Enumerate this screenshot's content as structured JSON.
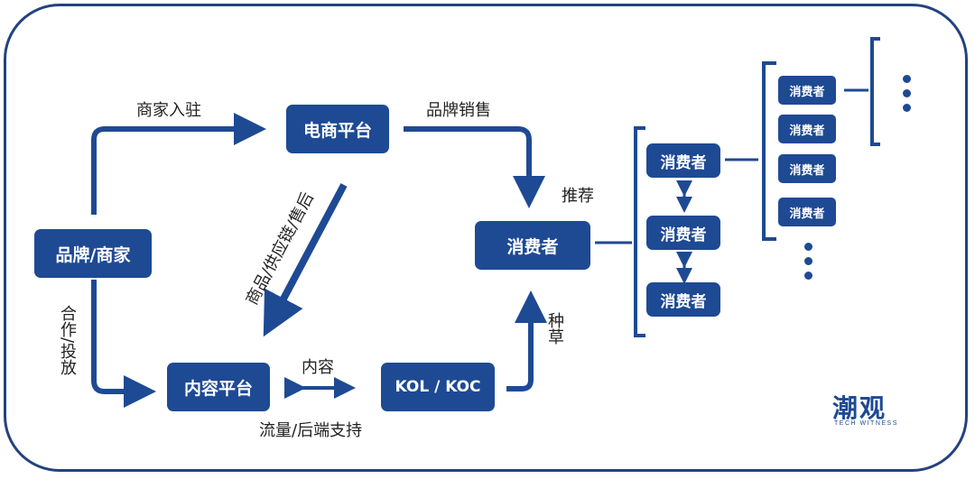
{
  "nodes": {
    "brand": "品牌/商家",
    "ecommerce": "电商平台",
    "content_platform": "内容平台",
    "kol": "KOL / KOC",
    "consumer_main": "消费者",
    "consumer_l1": [
      "消费者",
      "消费者",
      "消费者"
    ],
    "consumer_l2": [
      "消费者",
      "消费者",
      "消费者",
      "消费者"
    ]
  },
  "labels": {
    "merchant_join": "商家入驻",
    "brand_sales": "品牌销售",
    "recommend": "推荐",
    "goods_supply": "商品/供应链/售后",
    "cooperate": "合作/投放",
    "content": "内容",
    "traffic_support": "流量/后端支持",
    "seed": "种草"
  },
  "logo": {
    "main": "潮观",
    "sub": "TECH WITNESS"
  },
  "colors": {
    "primary": "#1e4a94",
    "frame": "#23437e"
  }
}
